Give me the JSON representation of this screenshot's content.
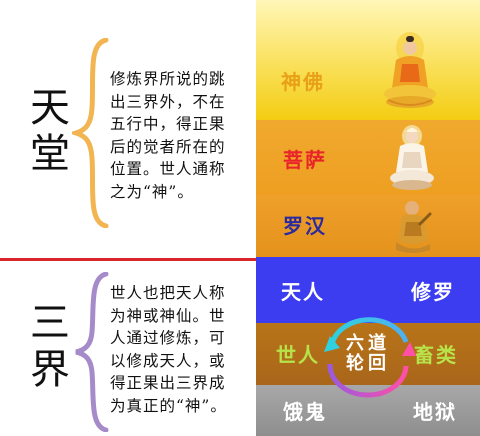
{
  "heaven": {
    "title_top": "天",
    "title_bottom": "堂",
    "description": [
      "修炼界所说的跳",
      "出三界外，不在",
      "五行中，得正果",
      "后的觉者所在的",
      "位置。世人通称",
      "之为“神”。"
    ]
  },
  "three_realms": {
    "title_top": "三",
    "title_bottom": "界",
    "description": [
      "世人也把天人称",
      "为神或神仙。世",
      "人通过修炼，可",
      "以修成天人，或",
      "得正果出三界成",
      "为真正的“神”。"
    ]
  },
  "levels": {
    "shenfo": "神佛",
    "pusa": "菩萨",
    "luohan": "罗汉",
    "tianren": "天人",
    "xiuluo": "修罗",
    "shiren": "世人",
    "chulei": "畜类",
    "egui": "饿鬼",
    "diyu": "地狱"
  },
  "wheel": {
    "line1": "六道",
    "line2": "轮回"
  },
  "colors": {
    "divider": "#d8242a",
    "brace_heaven": "#f2b552",
    "brace_realms": "#a58bc9",
    "band_shenfo_top": "#fff3a0",
    "band_shenfo_bottom": "#f5d21a",
    "band_pusa": "#f0a526",
    "band_luohan": "#e89720",
    "band_tianren": "#3d3df2",
    "band_shiren": "#b06a18",
    "band_egui": "#9c9c9c"
  }
}
